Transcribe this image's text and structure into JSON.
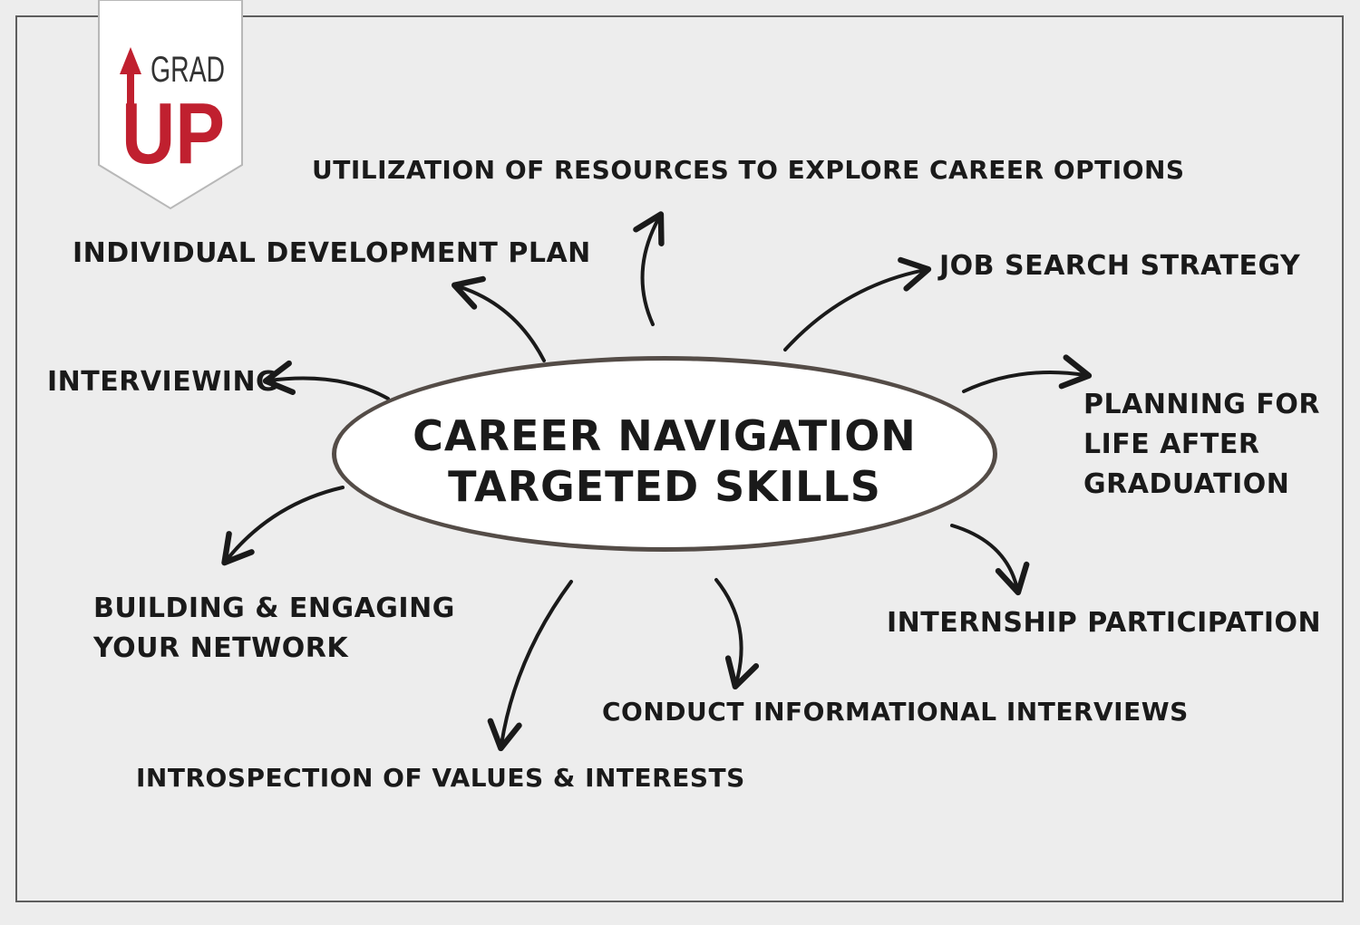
{
  "logo": {
    "line1": "GRAD",
    "line2": "UP",
    "colors": {
      "arrow": "#c0202f",
      "text_grad": "#333333",
      "text_up": "#c0202f"
    }
  },
  "center": {
    "line1": "CAREER NAVIGATION",
    "line2": "TARGETED SKILLS"
  },
  "nodes": {
    "utilization": "UTILIZATION OF RESOURCES TO EXPLORE CAREER OPTIONS",
    "idp": "INDIVIDUAL DEVELOPMENT PLAN",
    "job_search": "JOB SEARCH STRATEGY",
    "interviewing": "INTERVIEWING",
    "planning": [
      "PLANNING FOR",
      "LIFE AFTER",
      "GRADUATION"
    ],
    "network": [
      "BUILDING & ENGAGING",
      "YOUR NETWORK"
    ],
    "internship": "INTERNSHIP PARTICIPATION",
    "informational": "CONDUCT INFORMATIONAL INTERVIEWS",
    "introspection": "INTROSPECTION OF VALUES & INTERESTS"
  },
  "colors": {
    "background": "#ededed",
    "frame": "#5e5e5e",
    "ellipse_border": "#544c47",
    "text": "#1a1a1a"
  }
}
